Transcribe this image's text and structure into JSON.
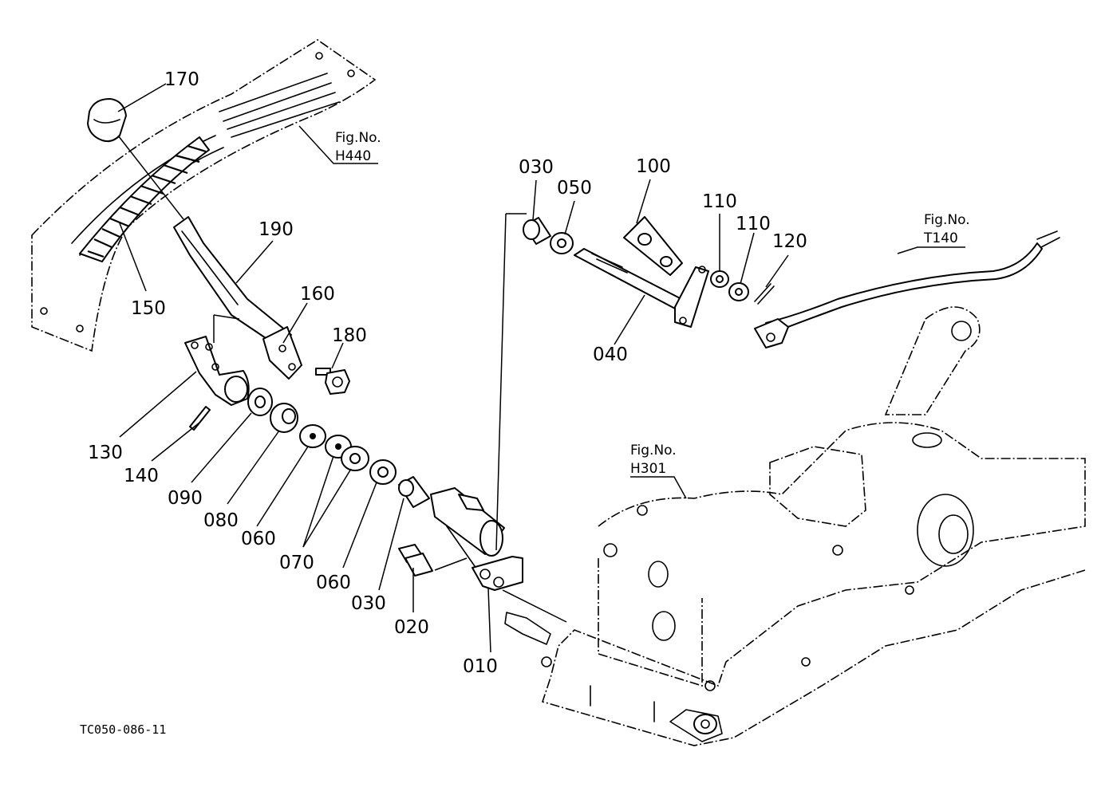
{
  "drawing_code": "TC050-086-11",
  "callouts": {
    "p170": "170",
    "p190": "190",
    "p150": "150",
    "p160": "160",
    "p180": "180",
    "p130": "130",
    "p140": "140",
    "p090": "090",
    "p080": "080",
    "p060a": "060",
    "p070": "070",
    "p060b": "060",
    "p030a": "030",
    "p020": "020",
    "p010": "010",
    "p030b": "030",
    "p050": "050",
    "p100": "100",
    "p110a": "110",
    "p110b": "110",
    "p120": "120",
    "p040": "040"
  },
  "figure_refs": {
    "h440": {
      "label": "Fig.No.",
      "number": "H440"
    },
    "t140": {
      "label": "Fig.No.",
      "number": "T140"
    },
    "h301": {
      "label": "Fig.No.",
      "number": "H301"
    }
  }
}
